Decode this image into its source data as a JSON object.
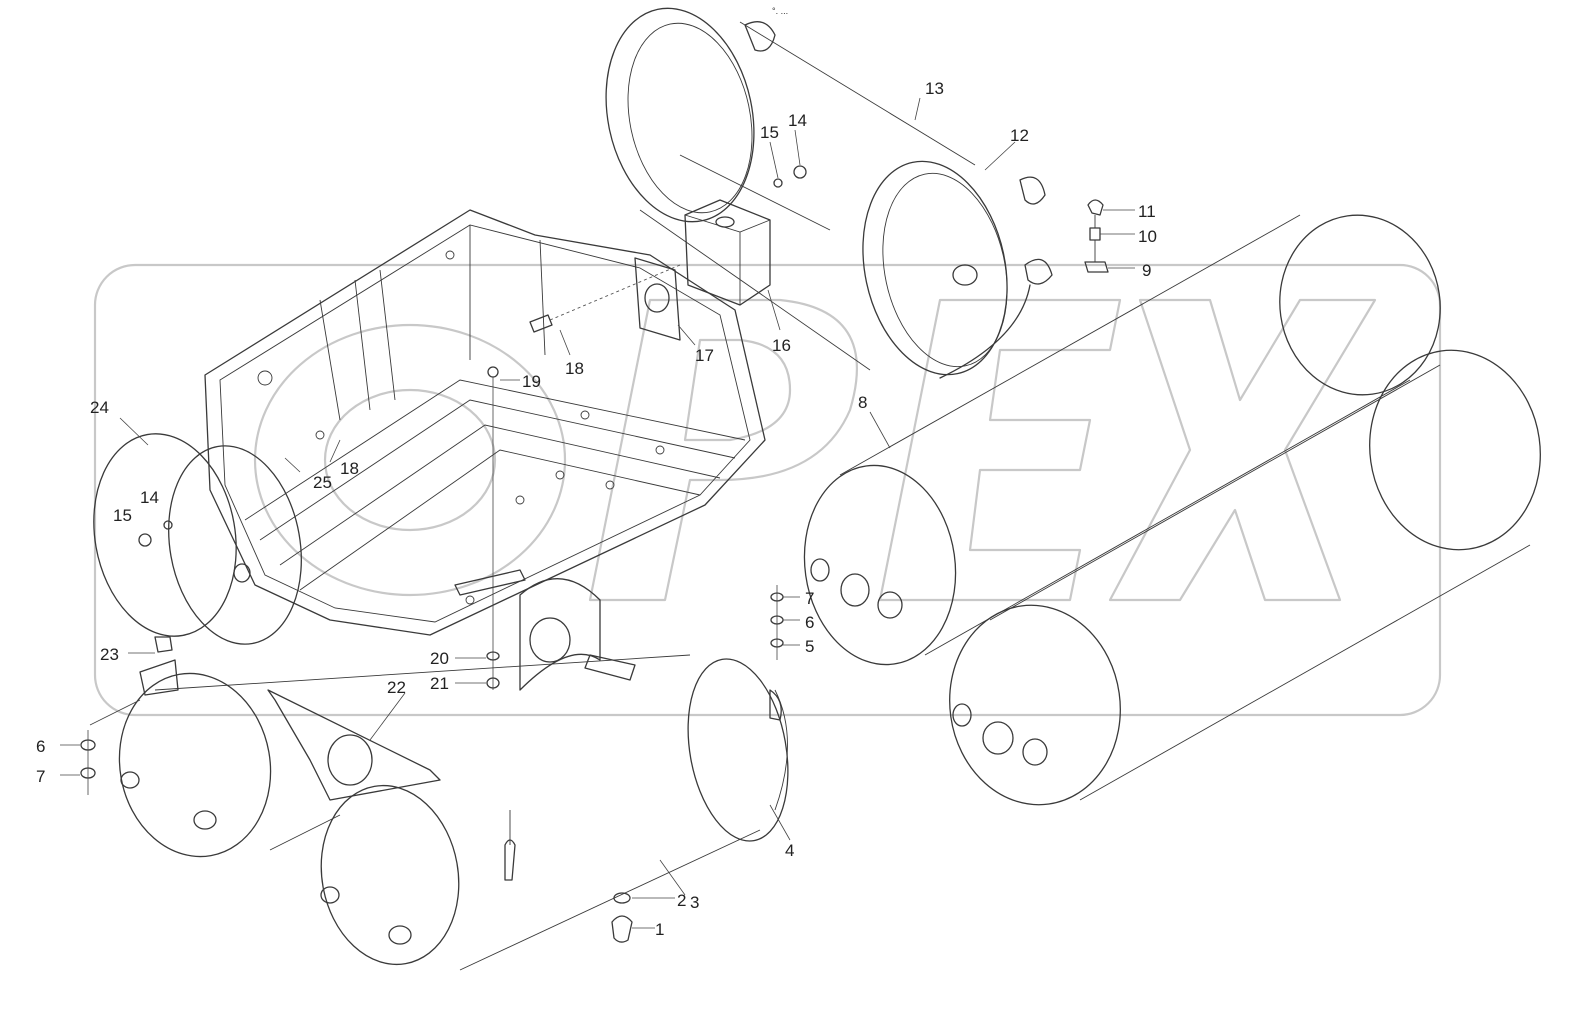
{
  "watermark_text": "OPEX",
  "corner_mark": "°. ...",
  "callouts": {
    "c1": "1",
    "c2": "2",
    "c3": "3",
    "c4": "4",
    "c5": "5",
    "c6a": "6",
    "c6b": "6",
    "c7a": "7",
    "c7b": "7",
    "c8": "8",
    "c9": "9",
    "c10": "10",
    "c11": "11",
    "c12": "12",
    "c13": "13",
    "c14a": "14",
    "c14b": "14",
    "c15a": "15",
    "c15b": "15",
    "c16": "16",
    "c17": "17",
    "c18a": "18",
    "c18b": "18",
    "c19": "19",
    "c20": "20",
    "c21": "21",
    "c22": "22",
    "c23": "23",
    "c24": "24",
    "c25": "25"
  }
}
